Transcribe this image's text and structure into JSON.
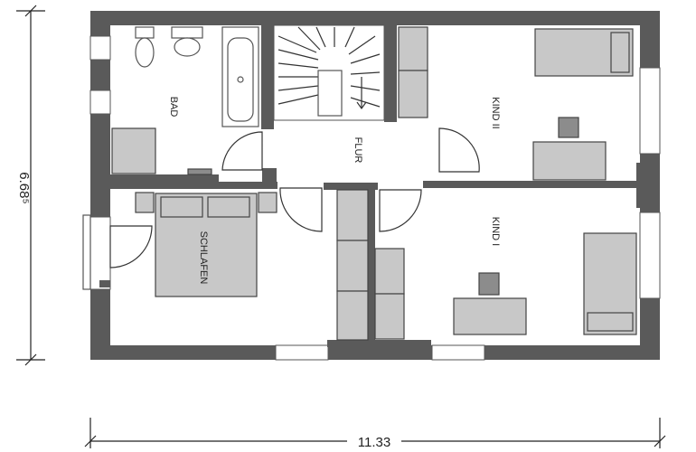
{
  "rooms": {
    "bad": "BAD",
    "flur": "FLUR",
    "kind2": "KIND II",
    "kind1": "KIND I",
    "schlafen": "SCHLAFEN"
  },
  "dimensions": {
    "width": "11.33",
    "height": "6.68⁵"
  }
}
